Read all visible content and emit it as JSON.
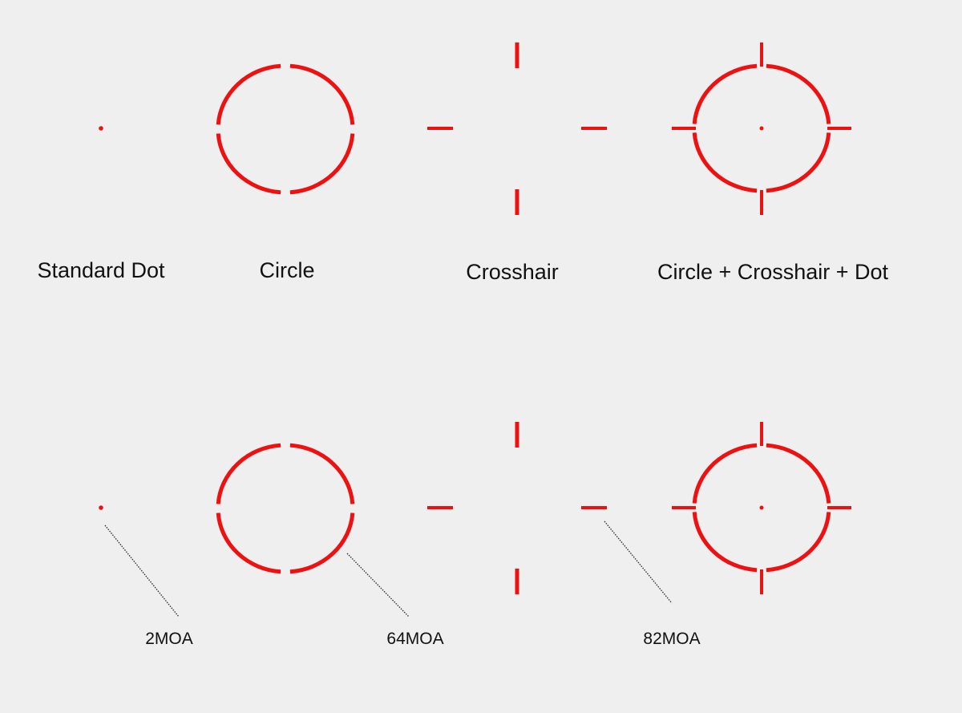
{
  "colors": {
    "background": "#efefef",
    "reticle_red": "#ee1111",
    "text": "#111111",
    "leader_line": "#333333"
  },
  "reticle_types": [
    {
      "id": "standard-dot",
      "label": "Standard Dot",
      "icon": "dot-reticle-icon"
    },
    {
      "id": "circle",
      "label": "Circle",
      "icon": "circle-reticle-icon"
    },
    {
      "id": "crosshair",
      "label": "Crosshair",
      "icon": "crosshair-reticle-icon"
    },
    {
      "id": "circle-crosshair-dot",
      "label": "Circle + Crosshair + Dot",
      "icon": "circle-crosshair-dot-reticle-icon"
    }
  ],
  "dimensions": [
    {
      "label": "2MOA",
      "refers_to": "standard-dot"
    },
    {
      "label": "64MOA",
      "refers_to": "circle"
    },
    {
      "label": "82MOA",
      "refers_to": "crosshair"
    }
  ]
}
